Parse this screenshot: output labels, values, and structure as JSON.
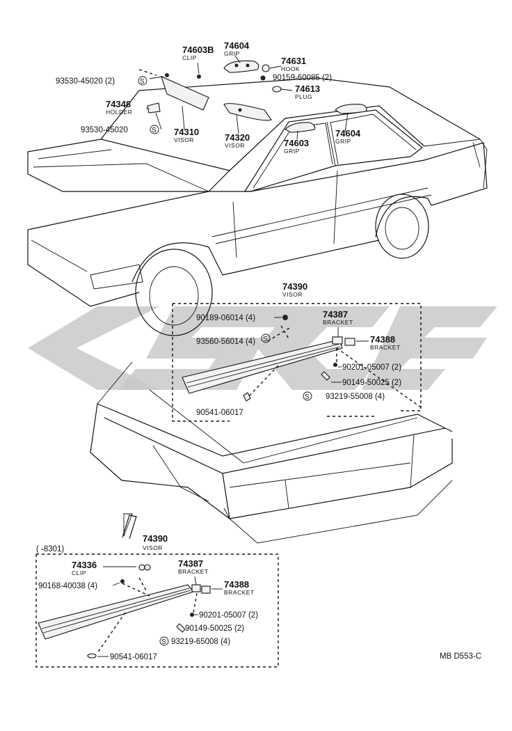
{
  "watermark": "CSG",
  "figure_code": "MB D553-C",
  "parts": {
    "p74603B": {
      "num": "74603B",
      "name": "CLIP"
    },
    "p74604a": {
      "num": "74604",
      "name": "GRIP"
    },
    "p74631": {
      "num": "74631",
      "name": "HOOK"
    },
    "p90159": {
      "text": "90159-60085 (2)"
    },
    "p74613": {
      "num": "74613",
      "name": "PLUG"
    },
    "p93530a": {
      "text": "93530-45020 (2)"
    },
    "p74348": {
      "num": "74348",
      "name": "HOLDER"
    },
    "p93530b": {
      "text": "93530-45020"
    },
    "p74310": {
      "num": "74310",
      "name": "VISOR"
    },
    "p74320": {
      "num": "74320",
      "name": "VISOR"
    },
    "p74603": {
      "num": "74603",
      "name": "GRIP"
    },
    "p74604b": {
      "num": "74604",
      "name": "GRIP"
    }
  },
  "inset1": {
    "p74390": {
      "num": "74390",
      "name": "VISOR"
    },
    "p90189": {
      "text": "90189-06014 (4)"
    },
    "p93560": {
      "text": "93560-56014 (4)"
    },
    "p74387": {
      "num": "74387",
      "name": "BRACKET"
    },
    "p74388": {
      "num": "74388",
      "name": "BRACKET"
    },
    "p90201": {
      "text": "90201-05007 (2)"
    },
    "p90149": {
      "text": "90149-50025 (2)"
    },
    "p93219": {
      "text": "93219-55008 (4)"
    },
    "p90541": {
      "text": "90541-06017"
    }
  },
  "inset2": {
    "date_range": "(      -8301)",
    "p74390": {
      "num": "74390",
      "name": "VISOR"
    },
    "p74336": {
      "num": "74336",
      "name": "CLIP"
    },
    "p90168": {
      "text": "90168-40038 (4)"
    },
    "p74387": {
      "num": "74387",
      "name": "BRACKET"
    },
    "p74388": {
      "num": "74388",
      "name": "BRACKET"
    },
    "p90201": {
      "text": "90201-05007 (2)"
    },
    "p90149": {
      "text": "90149-50025 (2)"
    },
    "p93219": {
      "text": "93219-65008 (4)"
    },
    "p90541": {
      "text": "90541-06017"
    }
  },
  "symbol_S": "S"
}
